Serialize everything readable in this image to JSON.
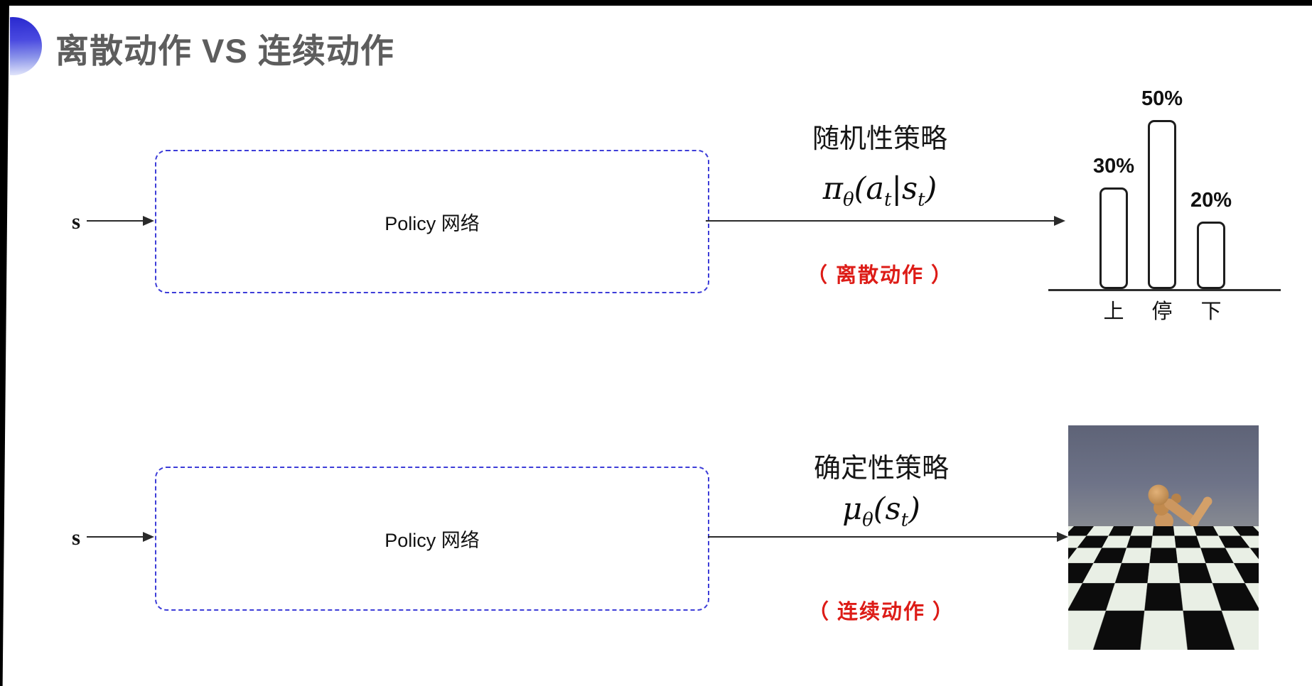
{
  "title": "离散动作 VS 连续动作",
  "rows": [
    {
      "input_label": "s",
      "box_label": "Policy 网络",
      "policy_type": "随机性策略",
      "formula": {
        "lead": "π",
        "lead_sub": "θ",
        "open": "(",
        "arg1": "a",
        "arg1_sub": "t",
        "sep": "|",
        "arg2": "s",
        "arg2_sub": "t",
        "close": ")"
      },
      "action_note": "（ 离散动作 ）"
    },
    {
      "input_label": "s",
      "box_label": "Policy 网络",
      "policy_type": "确定性策略",
      "formula": {
        "lead": "μ",
        "lead_sub": "θ",
        "open": "(",
        "arg1": "s",
        "arg1_sub": "t",
        "close": ")"
      },
      "action_note": "（ 连续动作 ）"
    }
  ],
  "chart_data": {
    "type": "bar",
    "title": "",
    "categories": [
      "上",
      "停",
      "下"
    ],
    "values": [
      30,
      50,
      20
    ],
    "labels": [
      "30%",
      "50%",
      "20%"
    ],
    "ylim": [
      0,
      60
    ],
    "xlabel": "",
    "ylabel": "",
    "legend": "none",
    "grid": false
  },
  "continuous_output_image": "mujoco-humanoid-on-checkerboard",
  "colors": {
    "accent_blue_dash": "#3d3dd8",
    "title_gray": "#5d5d5d",
    "red_note": "#dd1c17",
    "ink": "#1a1a1a",
    "body_tan": "#cc9760"
  }
}
